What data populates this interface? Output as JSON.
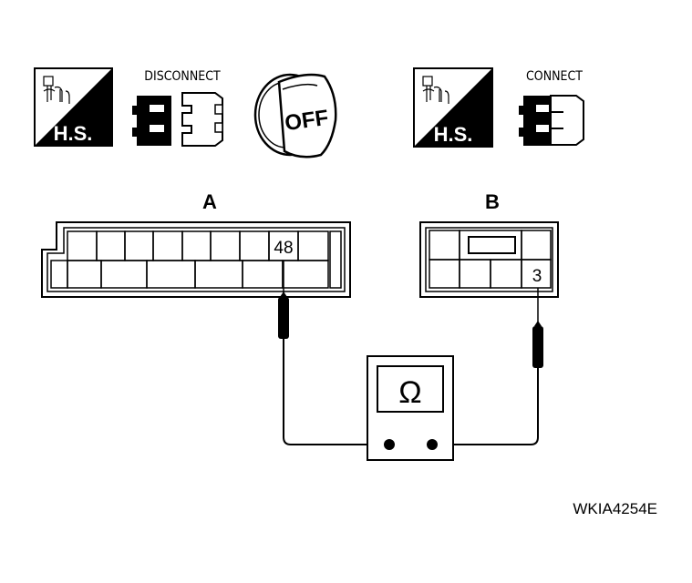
{
  "icons": {
    "hs_label": "H.S.",
    "disconnect_label": "DISCONNECT",
    "off_label": "OFF",
    "connect_label": "CONNECT"
  },
  "connectors": {
    "a": {
      "label": "A",
      "pin": "48"
    },
    "b": {
      "label": "B",
      "pin": "3"
    }
  },
  "meter": {
    "symbol": "Ω"
  },
  "figure_id": "WKIA4254E"
}
